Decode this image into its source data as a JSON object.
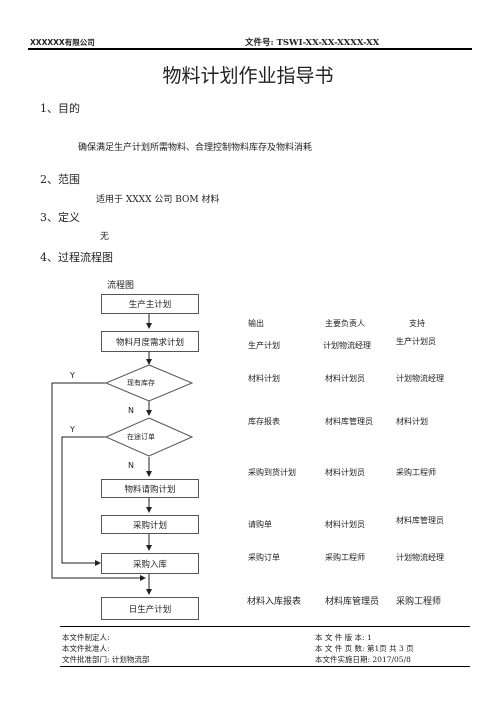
{
  "header": {
    "company": "XXXXXX有限公司",
    "doc_no": "文件号: TSWI-XX-XX-XXXX-XX"
  },
  "title": "物料计划作业指导书",
  "sections": {
    "purpose_heading": "1、目的",
    "purpose_text": "确保满足生产计划所需物料、合理控制物料库存及物料消耗",
    "scope_heading": "2、范围",
    "scope_text": "适用于 XXXX 公司 BOM 材料",
    "definition_heading": "3、定义",
    "definition_text": "无",
    "flow_heading": "4、过程流程图"
  },
  "flowchart": {
    "label": "流程图",
    "nodes": {
      "prod_plan": "生产主计划",
      "monthly_req": "物料月度需求计划",
      "stock_check": "现有库存",
      "open_order": "在途订单",
      "purchase_req": "物料请购计划",
      "purchase_plan": "采购计划",
      "receiving": "采购入库",
      "daily_plan": "日生产计划"
    },
    "yes": "Y",
    "no": "N"
  },
  "table": {
    "headers": {
      "output": "输出",
      "owner": "主要负责人",
      "support": "支持"
    },
    "rows": [
      {
        "output": "生产计划",
        "owner": "计划物流经理",
        "support": "生产计划员"
      },
      {
        "output": "材料计划",
        "owner": "材料计划员",
        "support": "计划物流经理"
      },
      {
        "output": "库存报表",
        "owner": "材料库管理员",
        "support": "材料计划"
      },
      {
        "output": "采购到货计划",
        "owner": "材料计划员",
        "support": "采购工程师"
      },
      {
        "output": "请购单",
        "owner": "材料计划员",
        "support": "材料库管理员"
      },
      {
        "output": "采购订单",
        "owner": "采购工程师",
        "support": "计划物流经理"
      },
      {
        "output": "材料入库报表",
        "owner": "材料库管理员",
        "support": "采购工程师"
      }
    ]
  },
  "footer": {
    "author": "本文件制定人:",
    "approver": "本文件批准人:",
    "dept": "文件批准部门: 计划物流部",
    "version": "本 文 件 版 本: 1",
    "pages": "本 文 件 页 数: 第1页 共 3 页",
    "date": "本文件实施日期:  2017/05/8"
  }
}
